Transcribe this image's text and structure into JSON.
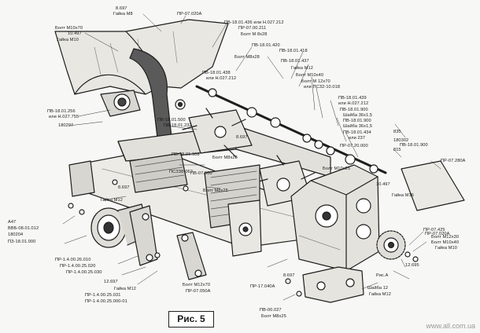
{
  "figure_caption": "Рис. 5",
  "watermark": "www.all.com.ua",
  "labels": [
    "Болт М10х70",
    "10.497",
    "Гайка М10",
    "8.697",
    "Гайка М8",
    "ПР-07.020А",
    "ПВ-18.01.436 или Н.027.212",
    "ПР-07.00.211",
    "Болт М 8х28",
    "ПВ-18.01.438",
    "или Н.027.212",
    "Болт М8х28",
    "ПВ-18.01.420",
    "ПВ-18.01.418",
    "ПВ-18.01.437",
    "Гайка М12",
    "Болт М10х40",
    "Болт М 12х70",
    "или ПСЗ2-10.018",
    "ПВ-18.01.439",
    "или Н.027.212",
    "ПВ-18.01.900",
    "Шайба 36х1,5",
    "ПВ-18.01.900",
    "Шайба 36х1,5",
    "ПВ-18.01.434",
    "или 237",
    "ПР-07.20.000",
    "8.697",
    "ПВ-18.01.500",
    "ПВ-18.01.232",
    "ПВ-18.01.256",
    "или Н.027.755",
    "180207",
    "ПВ-18.01.908",
    "Болт М8х28",
    "ПСЗЗ8-062",
    "8.697",
    "Болт М8х25",
    "ПВ-07.000",
    "Гайка М12",
    "Болт М10х25",
    "835",
    "180302",
    "815",
    "ПВ-18.01.900",
    "10.497",
    "Гайка М16",
    "ПР-07.280А",
    "ПР-07.020А",
    "Болт М10х40",
    "Гайка М10",
    "А47",
    "ВВБ-08.01.012",
    "180204",
    "ПЗ-18.01.000",
    "ПР-1.4.00.26.010",
    "ПР-1.4.00.25.020",
    "ПР-1.4.00.25.030",
    "12.697",
    "Гайка М12",
    "ПР-1.4.00.25.031",
    "ПР-1.4.00.25.000-01",
    "Болт М12х70",
    "ПР-07.050А",
    "ПР-07.425",
    "Болт М12х30",
    "Рис.А",
    "12.695",
    "8.697",
    "ПР-17.040А",
    "ПВ-00.027",
    "Болт М8х25",
    "Шайба 12",
    "Гайка М12"
  ]
}
